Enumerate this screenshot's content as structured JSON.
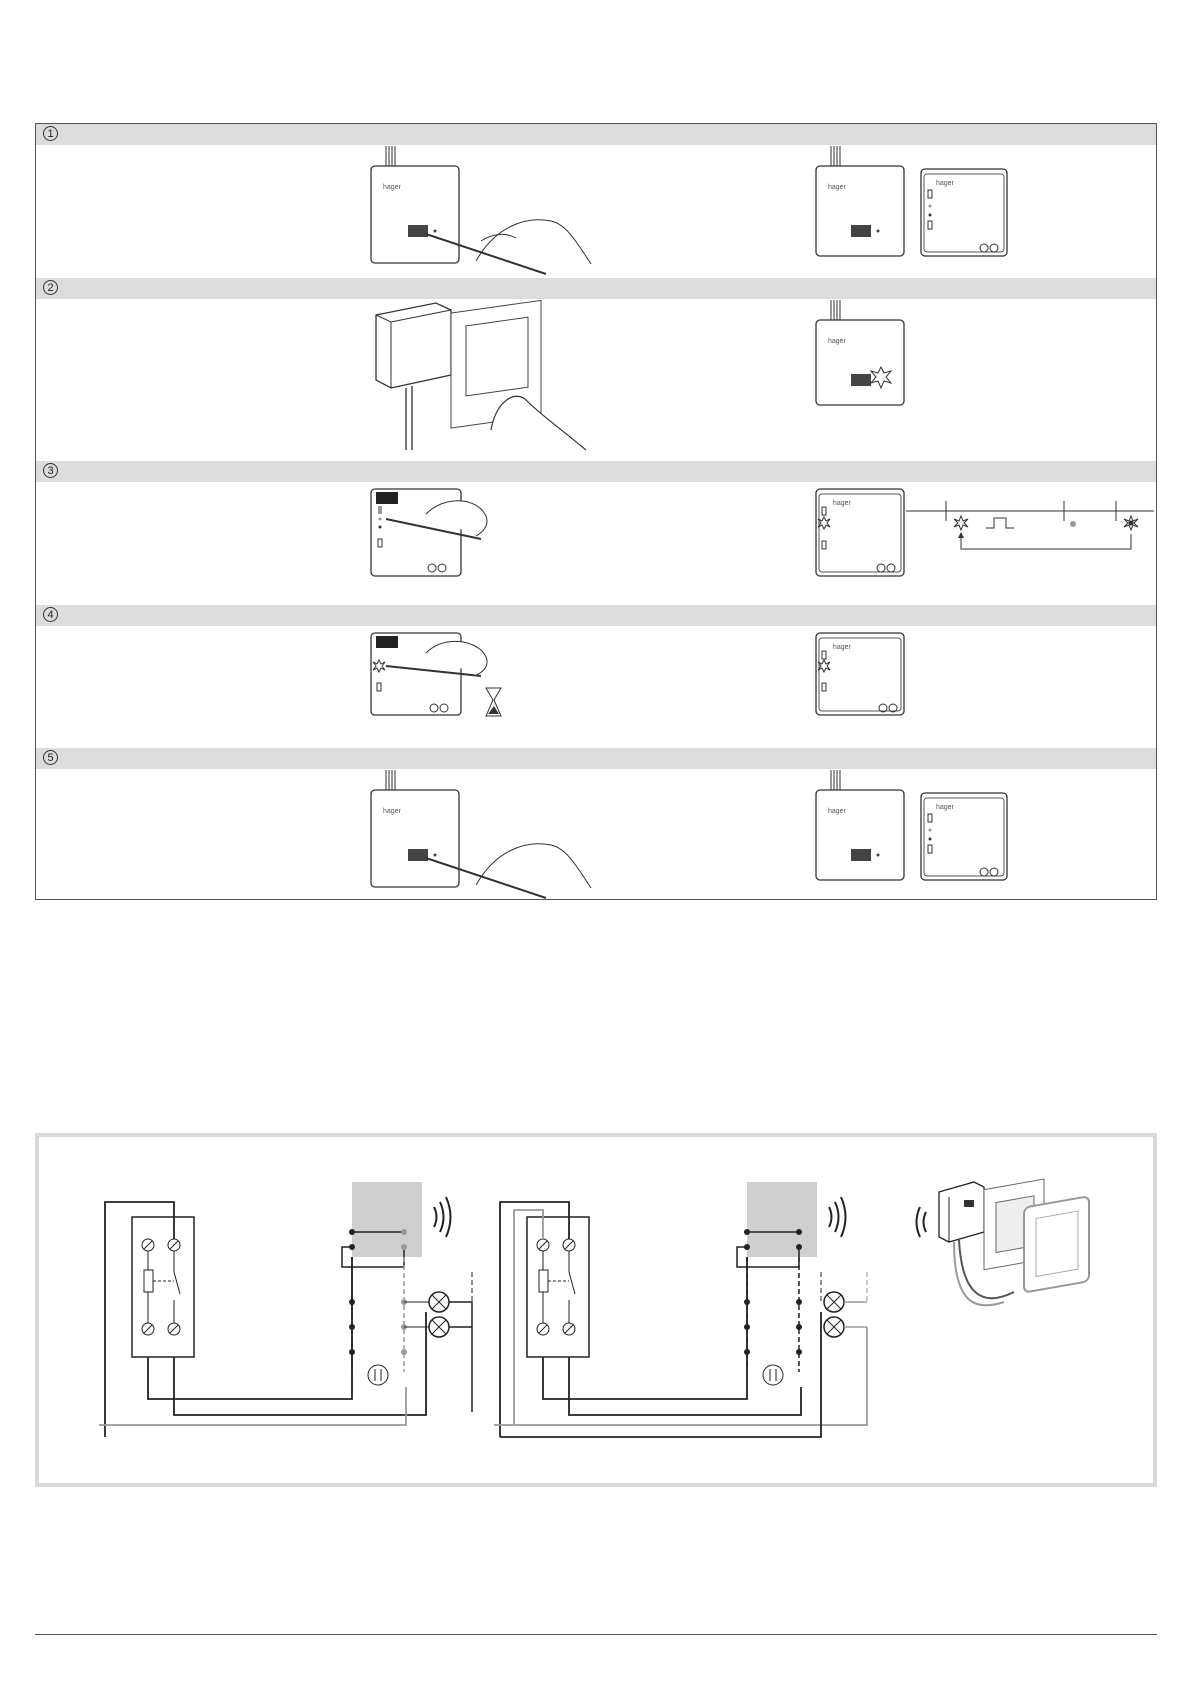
{
  "steps": [
    {
      "number": "1"
    },
    {
      "number": "2"
    },
    {
      "number": "3"
    },
    {
      "number": "4"
    },
    {
      "number": "5"
    }
  ],
  "device": {
    "brand": "hager"
  },
  "icons": [
    "pen-hand-icon",
    "device-icon",
    "hourglass-icon",
    "led-blink-icon",
    "radio-waves-icon",
    "lamp-icon",
    "pulse-icon"
  ],
  "colors": {
    "band": "#dcdcdc",
    "line": "#222222",
    "grey_line": "#9a9a9a",
    "panel_border": "#d9d9d9"
  }
}
